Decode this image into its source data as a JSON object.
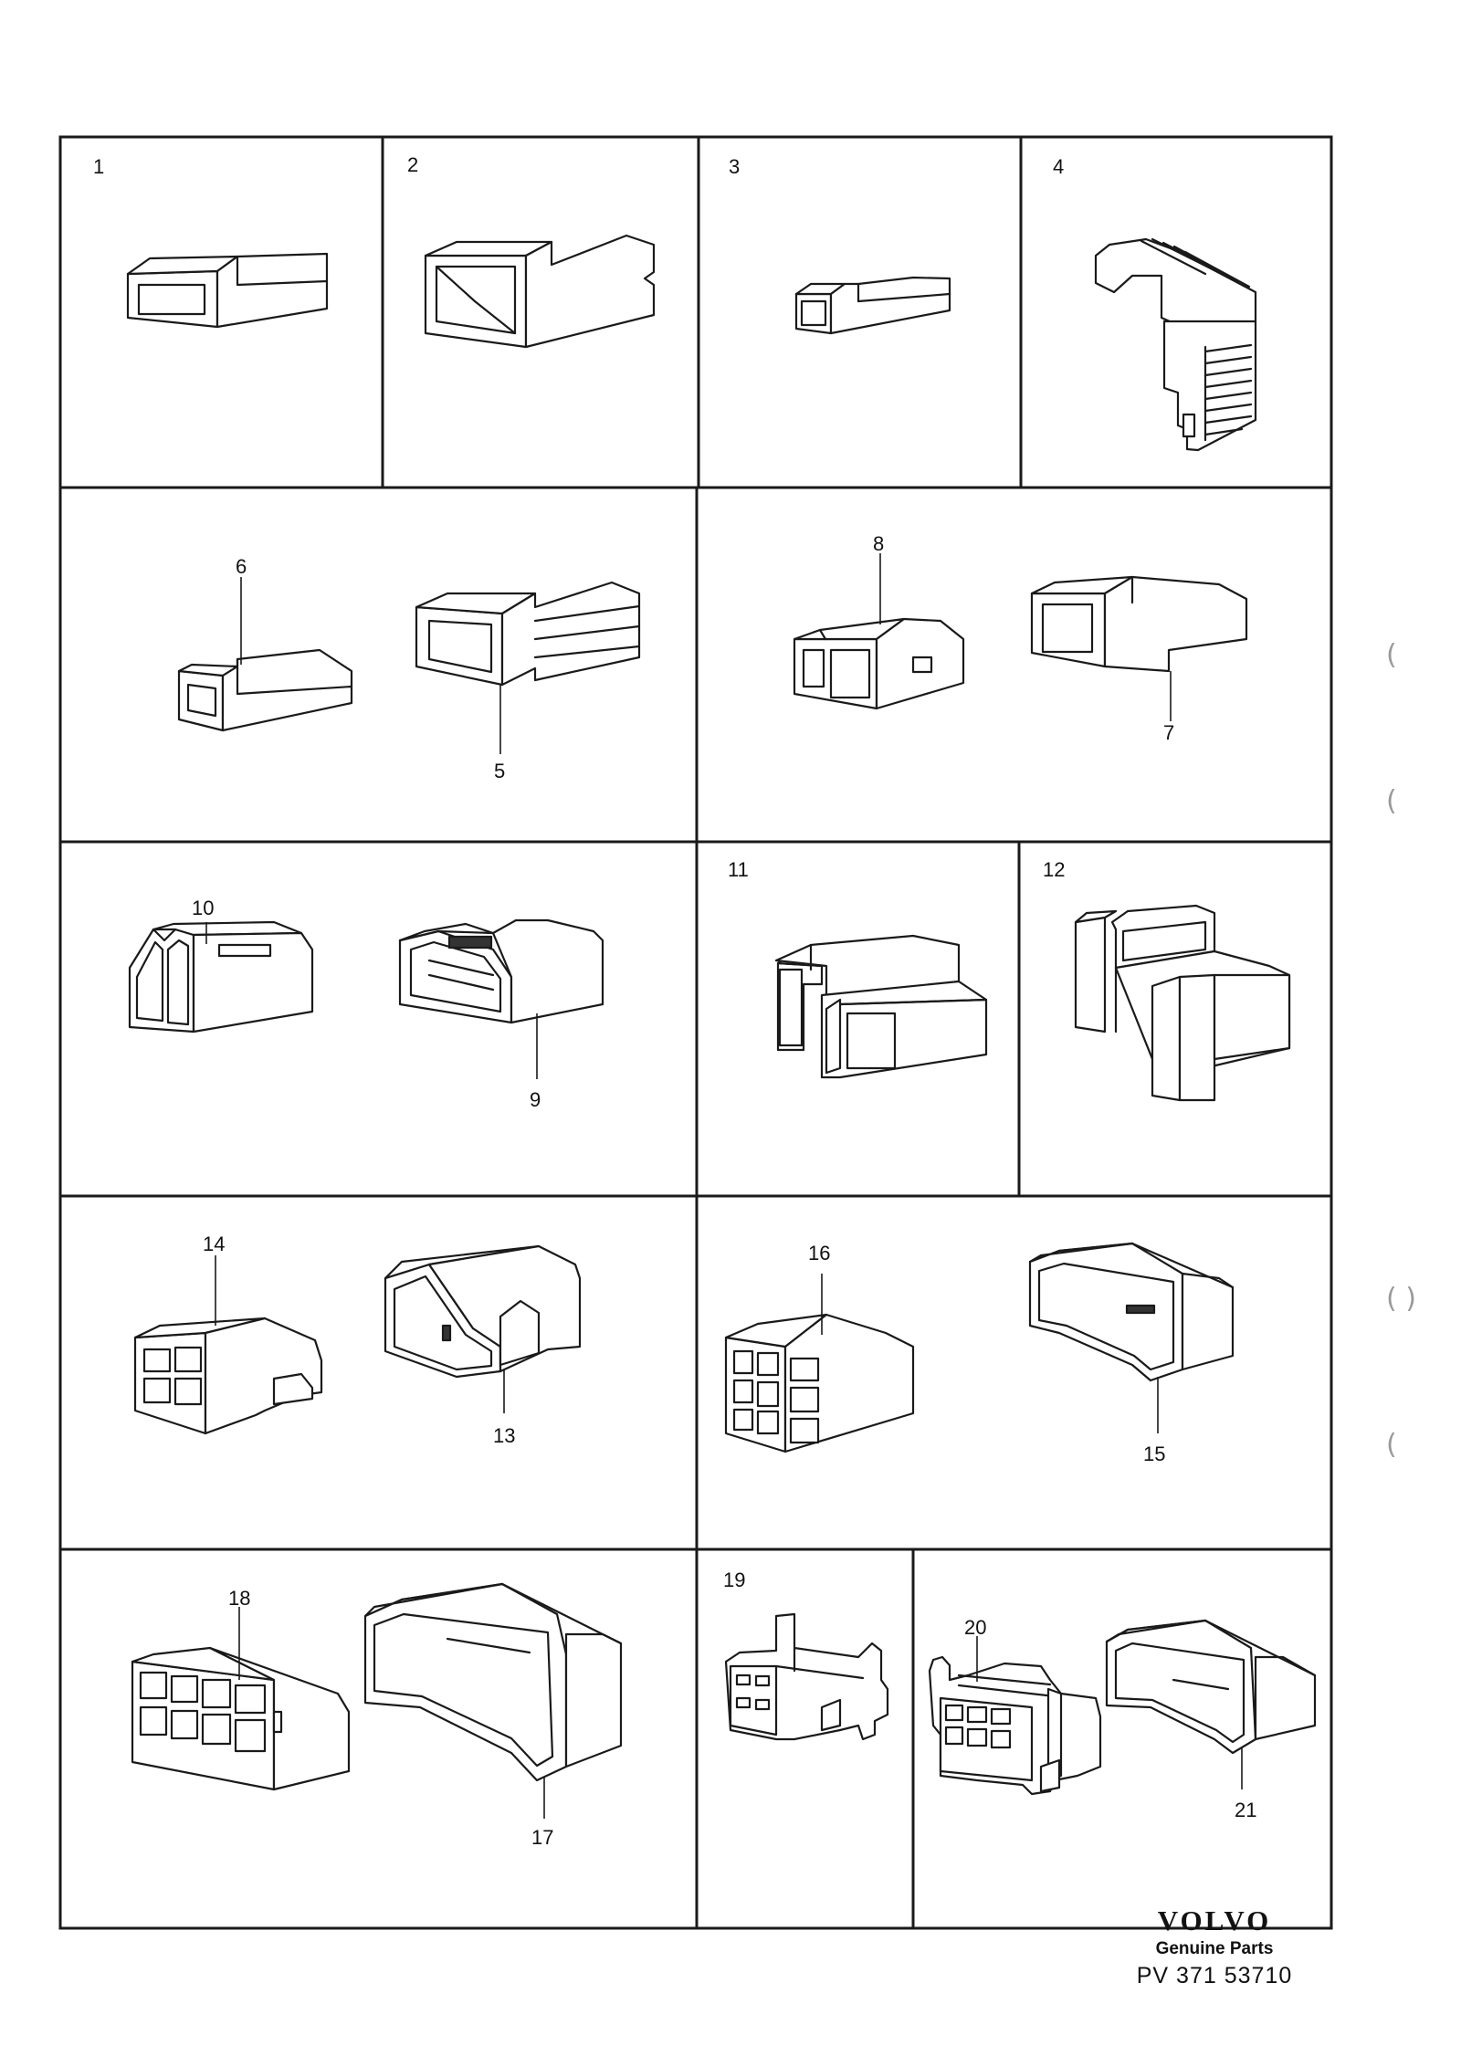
{
  "diagram": {
    "panels": [
      {
        "id": "p1",
        "label": "1"
      },
      {
        "id": "p2",
        "label": "2"
      },
      {
        "id": "p3",
        "label": "3"
      },
      {
        "id": "p4",
        "label": "4"
      },
      {
        "id": "p11",
        "label": "11"
      },
      {
        "id": "p12",
        "label": "12"
      },
      {
        "id": "p19",
        "label": "19"
      }
    ],
    "callouts": [
      {
        "id": "c5",
        "label": "5"
      },
      {
        "id": "c6",
        "label": "6"
      },
      {
        "id": "c7",
        "label": "7"
      },
      {
        "id": "c8",
        "label": "8"
      },
      {
        "id": "c9",
        "label": "9"
      },
      {
        "id": "c10",
        "label": "10"
      },
      {
        "id": "c13",
        "label": "13"
      },
      {
        "id": "c14",
        "label": "14"
      },
      {
        "id": "c15",
        "label": "15"
      },
      {
        "id": "c16",
        "label": "16"
      },
      {
        "id": "c17",
        "label": "17"
      },
      {
        "id": "c18",
        "label": "18"
      },
      {
        "id": "c20",
        "label": "20"
      },
      {
        "id": "c21",
        "label": "21"
      }
    ]
  },
  "branding": {
    "logo": "VOLVO",
    "subtitle": "Genuine Parts",
    "part_number": "PV 371 53710"
  }
}
